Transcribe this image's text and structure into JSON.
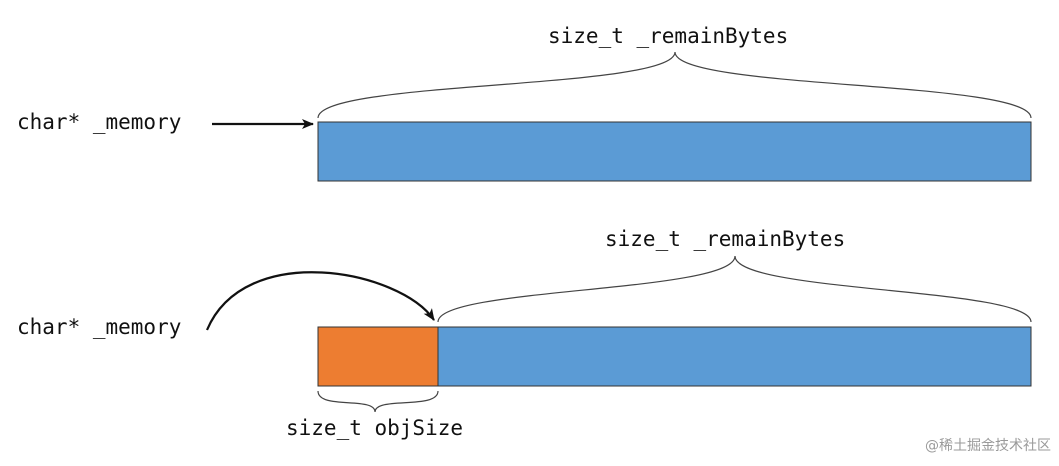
{
  "diagram": {
    "top": {
      "pointer_label": "char* _memory",
      "brace_label": "size_t _remainBytes"
    },
    "bottom": {
      "pointer_label": "char* _memory",
      "brace_label": "size_t _remainBytes",
      "obj_label": "size_t objSize"
    },
    "colors": {
      "block_blue": "#5B9BD5",
      "block_orange": "#ED7D31",
      "outline": "#333333"
    }
  },
  "watermark": "@稀土掘金技术社区"
}
